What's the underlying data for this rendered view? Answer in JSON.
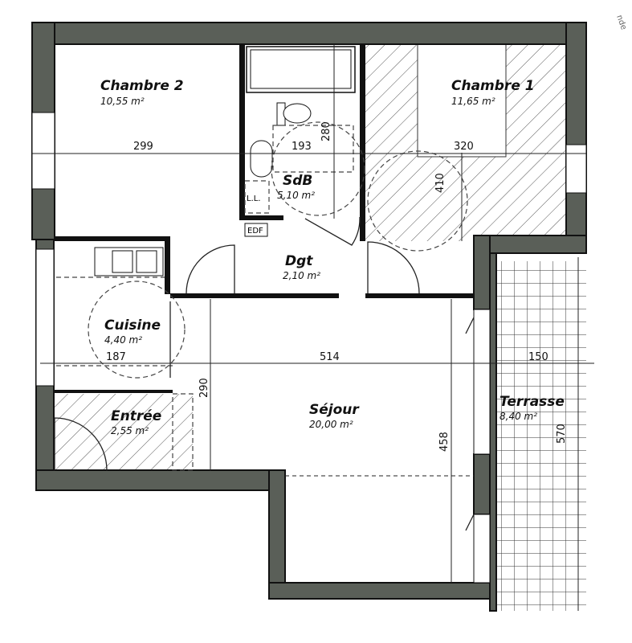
{
  "plan": {
    "corner_text": "nde",
    "rooms": {
      "chambre2": {
        "name": "Chambre 2",
        "area": "10,55 m²"
      },
      "chambre1": {
        "name": "Chambre 1",
        "area": "11,65 m²"
      },
      "sdb": {
        "name": "SdB",
        "area": "5,10 m²"
      },
      "dgt": {
        "name": "Dgt",
        "area": "2,10 m²"
      },
      "cuisine": {
        "name": "Cuisine",
        "area": "4,40 m²"
      },
      "entree": {
        "name": "Entrée",
        "area": "2,55 m²"
      },
      "sejour": {
        "name": "Séjour",
        "area": "20,00 m²"
      },
      "terrasse": {
        "name": "Terrasse",
        "area": "8,40 m²"
      }
    },
    "labels": {
      "edf": "EDF",
      "ll": "L.L."
    },
    "dimensions": {
      "chambre2_width": "299",
      "sdb_width": "193",
      "sdb_length": "280",
      "chambre1_width": "320",
      "chambre1_length": "410",
      "cuisine_width": "187",
      "sejour_width": "514",
      "terrasse_width": "150",
      "entree_length": "290",
      "sejour_length": "458",
      "terrasse_length": "570"
    },
    "colors": {
      "wall": "#5a5f58",
      "ink": "#111111"
    }
  }
}
